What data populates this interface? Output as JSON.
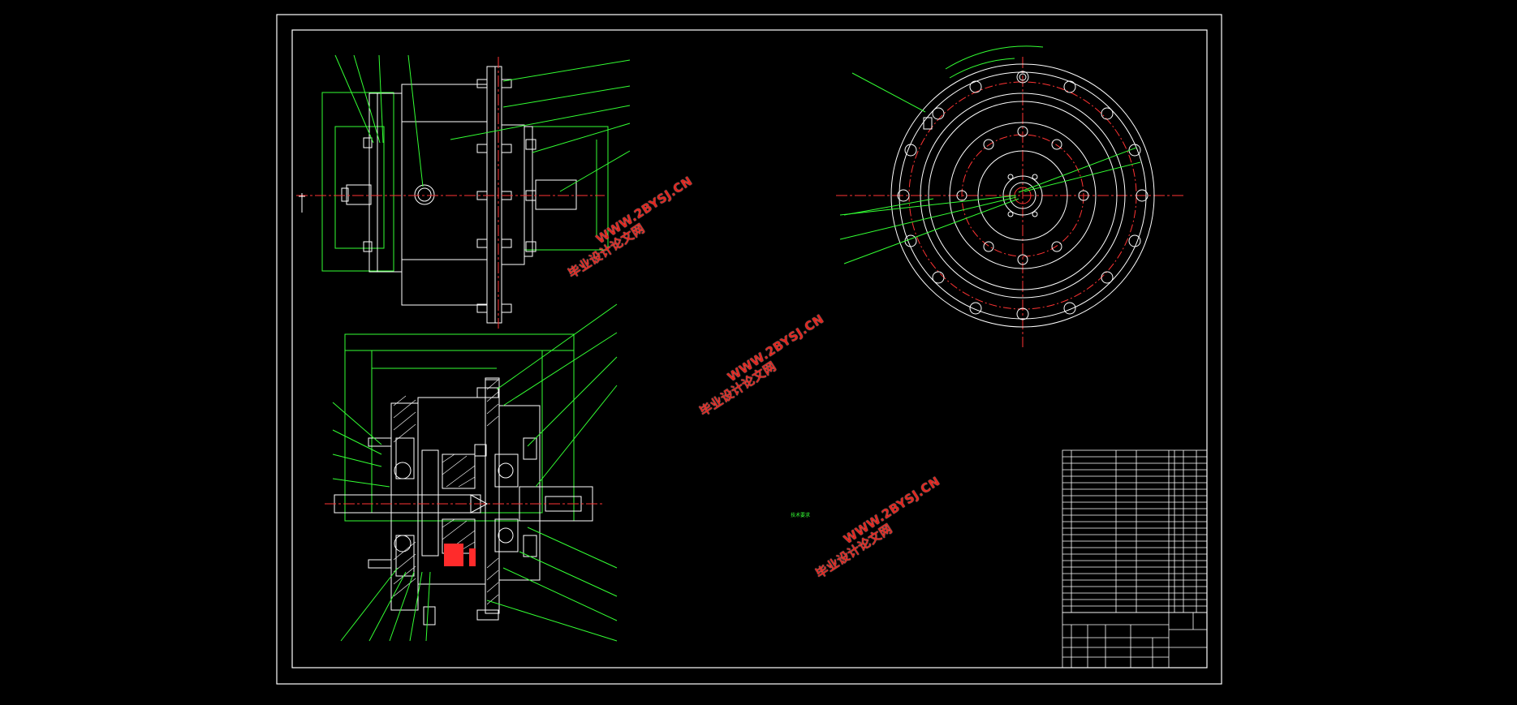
{
  "watermark": {
    "site": "WWW.2BYSJ.CN",
    "name": "毕业设计论文网"
  },
  "tech_requirements": {
    "title": "技术要求"
  },
  "colors": {
    "background": "#000000",
    "outline": "#ffffff",
    "dimension": "#33ff33",
    "centerline": "#ff3333",
    "watermark": "#e0261f"
  }
}
